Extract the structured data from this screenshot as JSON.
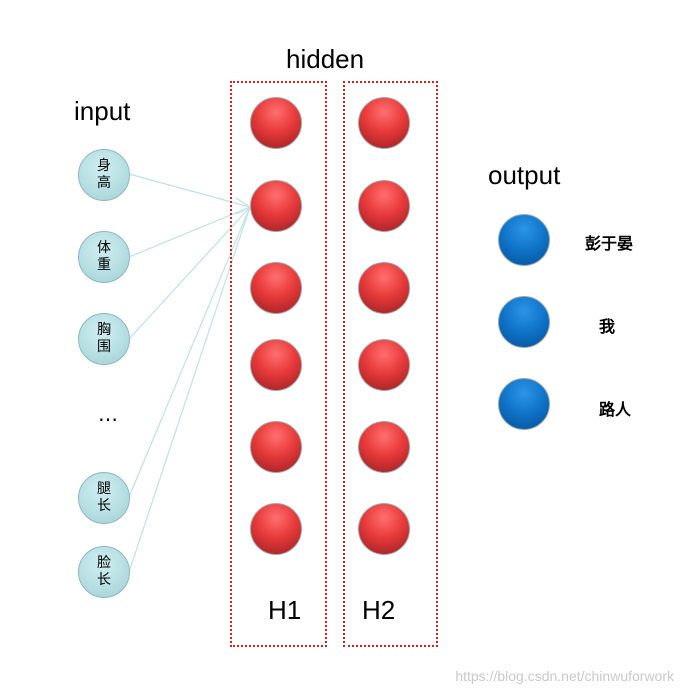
{
  "labels": {
    "input": "input",
    "hidden": "hidden",
    "output": "output",
    "h1": "H1",
    "h2": "H2",
    "ellipsis": "…"
  },
  "inputs": [
    {
      "line1": "身",
      "line2": "高"
    },
    {
      "line1": "体",
      "line2": "重"
    },
    {
      "line1": "胸",
      "line2": "围"
    },
    {
      "line1": "腿",
      "line2": "长"
    },
    {
      "line1": "脸",
      "line2": "长"
    }
  ],
  "outputs": [
    {
      "label": "彭于晏"
    },
    {
      "label": "我"
    },
    {
      "label": "路人"
    }
  ],
  "hidden_layers": {
    "h1_nodes": 6,
    "h2_nodes": 6
  },
  "colors": {
    "input_node": "#b6dfe3",
    "hidden_node": "#e83a3a",
    "output_node": "#0f72c7",
    "group_border": "#d02020",
    "edge": "#bfe2e4"
  },
  "watermark": "https://blog.csdn.net/chinwuforwork"
}
